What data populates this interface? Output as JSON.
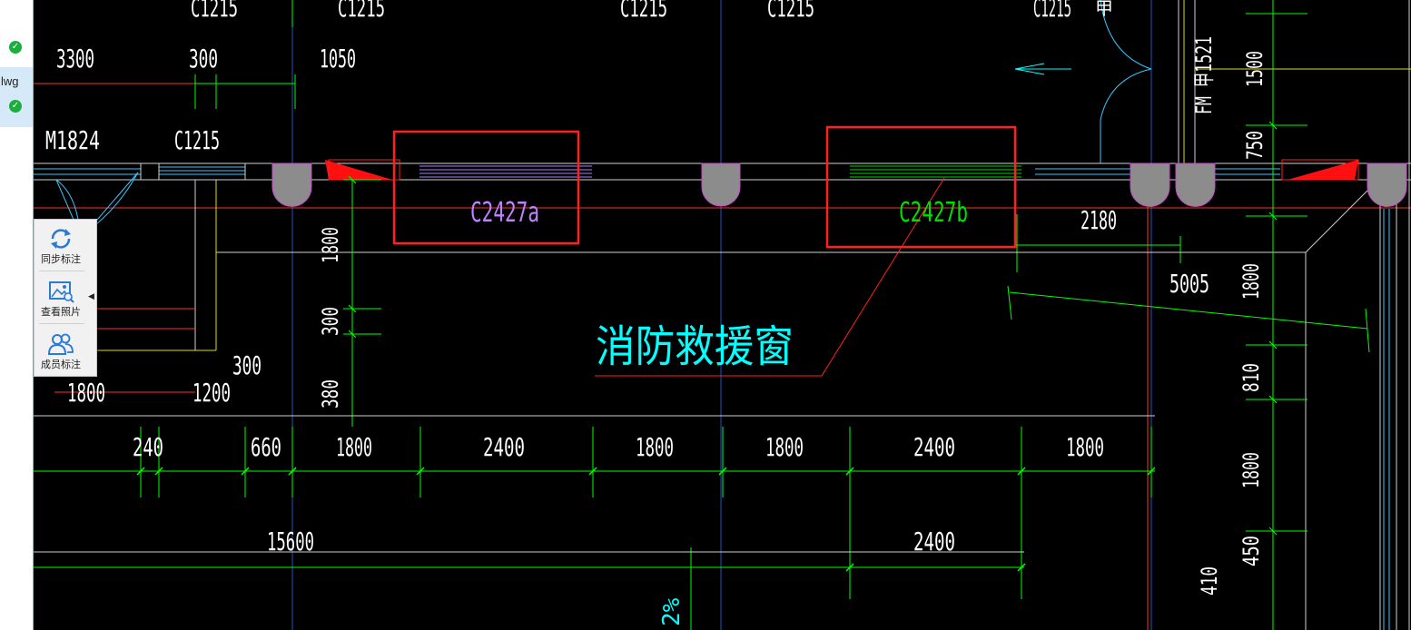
{
  "file_panel": {
    "file_label": "lwg",
    "status_icons": [
      "check-circle-icon",
      "check-circle-icon"
    ]
  },
  "toolbar": {
    "items": [
      {
        "label": "同步标注",
        "icon": "sync-icon"
      },
      {
        "label": "查看照片",
        "icon": "photo-icon"
      },
      {
        "label": "成员标注",
        "icon": "members-icon"
      }
    ]
  },
  "drawing": {
    "window_tags": {
      "top_1": "C1215",
      "top_2": "C1215",
      "top_3": "C1215",
      "top_4": "C1215",
      "top_5": "C1215",
      "left": "C1215",
      "door_left": "M1824",
      "a": "C2427a",
      "b": "C2427b",
      "fm": "FM 甲1521",
      "door_top": "甲"
    },
    "callout": "消防救援窗",
    "slope": "2%",
    "dims": {
      "d3300": "3300",
      "d300_top": "300",
      "d1050": "1050",
      "d1800_v": "1800",
      "d300_v": "300",
      "d380_v": "380",
      "d300_mid": "300",
      "d1800_left": "1800",
      "d1200": "1200",
      "d2180": "2180",
      "d5005": "5005",
      "r1500": "1500",
      "r750": "750",
      "r1800a": "1800",
      "r810": "810",
      "r1800b": "1800",
      "r450": "450",
      "r410": "410",
      "row_240": "240",
      "row_660": "660",
      "row_1800a": "1800",
      "row_2400a": "2400",
      "row_1800b": "1800",
      "row_1800c": "1800",
      "row_2400b": "2400",
      "row_1800d": "1800",
      "total_15600": "15600",
      "sub_2400": "2400"
    }
  },
  "colors": {
    "background": "#000000",
    "highlight": "#ff2020",
    "dimension": "#00ff00",
    "callout": "#00ffff",
    "tag_a": "#c080ff",
    "tag_b": "#00e000"
  }
}
